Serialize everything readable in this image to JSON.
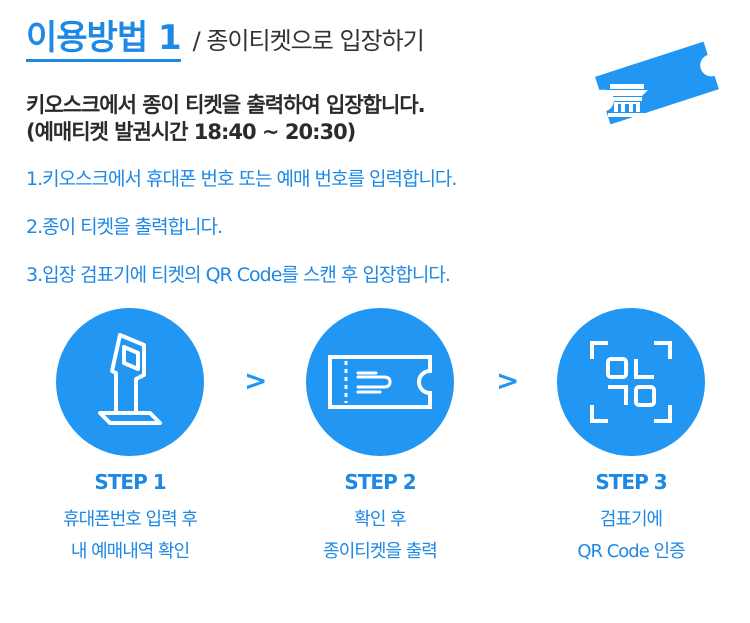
{
  "header": {
    "title": "이용방법 1",
    "subtitle": "/ 종이티켓으로 입장하기"
  },
  "description": {
    "line1": "키오스크에서  종이 티켓을 출력하여 입장합니다.",
    "line2": "(예매티켓 발권시간 18:40 ~ 20:30)"
  },
  "instructions": [
    "1.키오스크에서  휴대폰 번호 또는 예매 번호를 입력합니다.",
    "2.종이 티켓을 출력합니다.",
    "3.입장 검표기에  티켓의 QR Code를 스캔 후  입장합니다."
  ],
  "steps": [
    {
      "label": "STEP 1",
      "line1": "휴대폰번호 입력 후",
      "line2": "내 예매내역 확인",
      "icon": "kiosk-icon"
    },
    {
      "label": "STEP 2",
      "line1": "확인 후",
      "line2": "종이티켓을 출력",
      "icon": "ticket-icon"
    },
    {
      "label": "STEP 3",
      "line1": "검표기에",
      "line2": "QR Code 인증",
      "icon": "qr-scan-icon"
    }
  ],
  "arrow_symbol": ">",
  "colors": {
    "primary": "#1e88e5",
    "circle": "#2196f3",
    "text": "#2b2b2b"
  }
}
